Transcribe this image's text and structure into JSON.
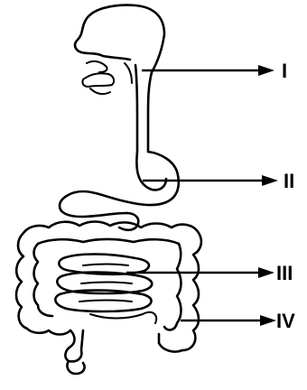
{
  "labels": {
    "I": "I",
    "II": "II",
    "III": "III",
    "IV": "IV"
  }
}
